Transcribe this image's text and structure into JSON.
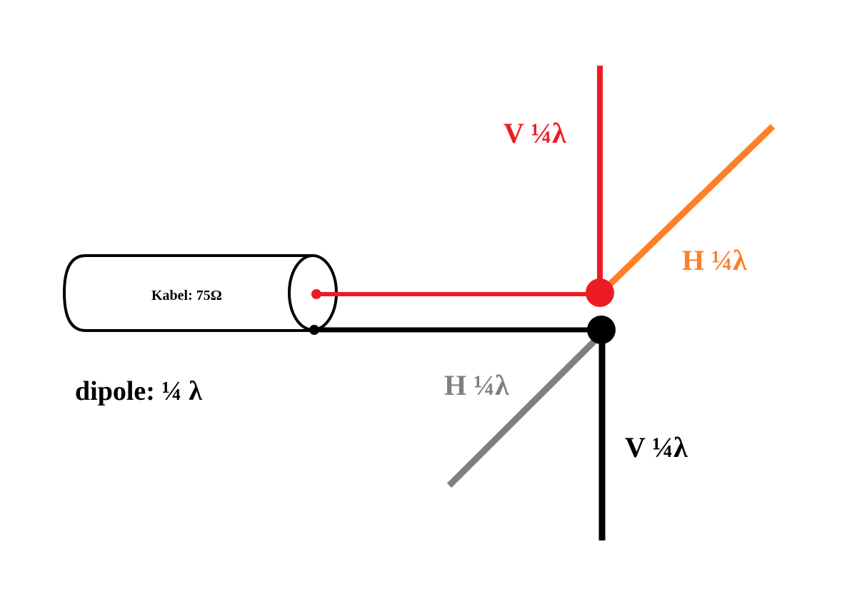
{
  "colors": {
    "feed": "#ed1c24",
    "ground": "#000000",
    "horizontal_top": "#ff7f27",
    "horizontal_bottom": "#7f7f7f"
  },
  "cable": {
    "label": "Kabel: 75Ω"
  },
  "title": "dipole: ¼ λ",
  "elements": {
    "v_top": "V ¼λ",
    "h_top": "H ¼λ",
    "h_bottom": "H ¼λ",
    "v_bottom": "V ¼λ"
  }
}
